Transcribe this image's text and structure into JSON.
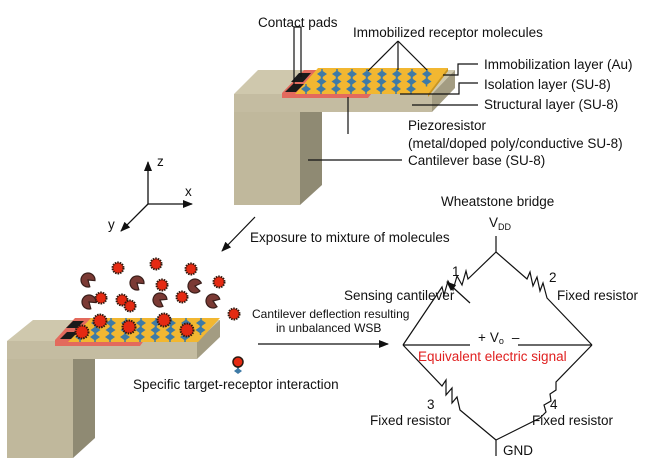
{
  "title": "Microcantilever biosensor with Wheatstone bridge readout",
  "colors": {
    "base_light": "#bfb79b",
    "base_top": "#cdc6ab",
    "base_shadow": "#8f8a73",
    "structural": "#e36a5d",
    "gold": "#f2b731",
    "receptor": "#3e7aa6",
    "target": "#e52a12",
    "target_outline": "#2a1a10",
    "nontarget": "#7b3a34",
    "signal_text": "#e02020"
  },
  "top_labels": {
    "contact_pads": "Contact pads",
    "receptors": "Immobilized receptor molecules",
    "immobilization": "Immobilization layer (Au)",
    "isolation": "Isolation layer (SU-8)",
    "structural": "Structural layer (SU-8)",
    "piezo_line1": "Piezoresistor",
    "piezo_line2": "(metal/doped poly/conductive SU-8)",
    "base": "Cantilever base (SU-8)"
  },
  "axes": {
    "z": "z",
    "x": "x",
    "y": "y"
  },
  "exposure": "Exposure to mixture of molecules",
  "deflection_line1": "Cantilever deflection resulting",
  "deflection_line2": "in unbalanced WSB",
  "interaction": "Specific target-receptor interaction",
  "bridge": {
    "title": "Wheatstone bridge",
    "vdd": "V",
    "vdd_sub": "DD",
    "gnd": "GND",
    "vo_plus": "+",
    "vo": "V",
    "vo_sub": "o",
    "vo_minus": "–",
    "signal": "Equivalent electric signal",
    "resistors": [
      {
        "num": "1",
        "label": "Sensing cantilever"
      },
      {
        "num": "2",
        "label": "Fixed resistor"
      },
      {
        "num": "3",
        "label": "Fixed resistor"
      },
      {
        "num": "4",
        "label": "Fixed resistor"
      }
    ]
  }
}
